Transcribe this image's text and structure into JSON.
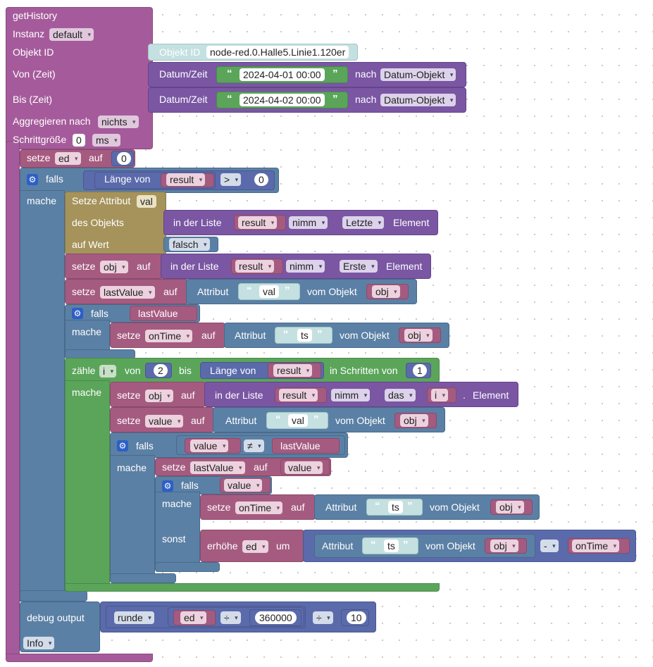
{
  "fn": {
    "title": "getHistory",
    "instance_label": "Instanz",
    "instance_value": "default",
    "object_id_label": "Objekt ID",
    "from_label": "Von (Zeit)",
    "to_label": "Bis (Zeit)",
    "aggregate_label": "Aggregieren nach",
    "aggregate_value": "nichts",
    "step_label": "Schrittgröße",
    "step_value": "0",
    "step_unit": "ms"
  },
  "objid": {
    "label": "Objekt ID",
    "value": "node-red.0.Halle5.Linie1.120er"
  },
  "from": {
    "label": "Datum/Zeit",
    "value": "2024-04-01 00:00",
    "after": "nach",
    "target": "Datum-Objekt"
  },
  "to": {
    "label": "Datum/Zeit",
    "value": "2024-04-02 00:00",
    "after": "nach",
    "target": "Datum-Objekt"
  },
  "words": {
    "set": "setze",
    "to": "auf",
    "if": "falls",
    "do": "mache",
    "else": "sonst",
    "length_of": "Länge von",
    "in_list": "in der Liste",
    "take": "nimm",
    "element": "Element",
    "attribute": "Attribut",
    "of_object": "vom Objekt",
    "count": "zähle",
    "from": "von",
    "until": "bis",
    "in_steps": "in Schritten von",
    "increase": "erhöhe",
    "by": "um",
    "dot": ".",
    "quote_open": "“",
    "quote_close": "”"
  },
  "vars": {
    "ed": "ed",
    "result": "result",
    "obj": "obj",
    "lastValue": "lastValue",
    "onTime": "onTime",
    "value": "value",
    "i": "i"
  },
  "ops": {
    "gt": ">",
    "neq": "≠",
    "minus": "-",
    "div": "÷"
  },
  "nums": {
    "zero": "0",
    "two": "2",
    "one": "1",
    "div1": "360000",
    "div2": "10"
  },
  "setattr": {
    "label": "Setze Attribut",
    "attr": "val",
    "obj_label": "des Objekts",
    "value_label": "auf Wert",
    "value": "falsch"
  },
  "list_pos": {
    "last": "Letzte",
    "first": "Erste",
    "nth": "das"
  },
  "strings": {
    "val": "val",
    "ts": "ts"
  },
  "debug": {
    "label": "debug output",
    "round": "runde",
    "level": "Info"
  }
}
